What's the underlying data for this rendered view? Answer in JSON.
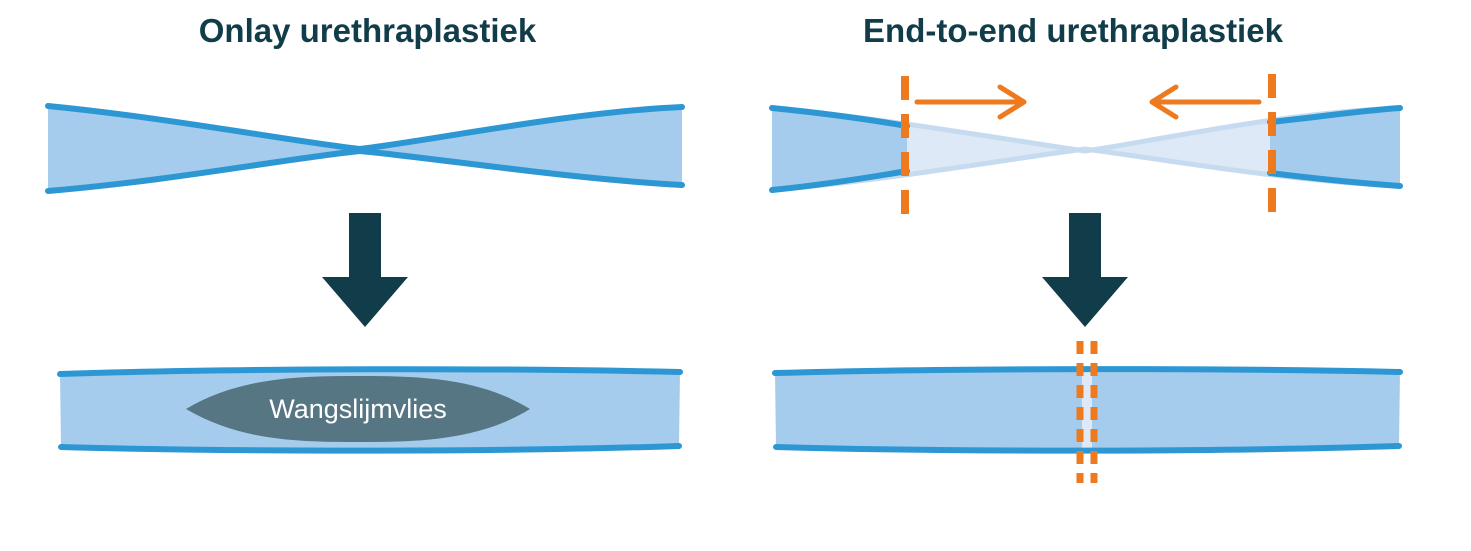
{
  "panels": [
    {
      "title": "Onlay urethraplastiek",
      "graft_label": "Wangslijmvlies"
    },
    {
      "title": "End-to-end urethraplastiek"
    }
  ],
  "colors": {
    "tube_fill": "#a5cced",
    "tube_stroke": "#2d97d4",
    "faded_fill": "#dde9f6",
    "faded_stroke": "#c7dbf0",
    "dark_teal": "#113c49",
    "orange": "#ed7a1f",
    "graft_fill": "#567683",
    "graft_text_color": "#ffffff",
    "background": "#ffffff"
  }
}
